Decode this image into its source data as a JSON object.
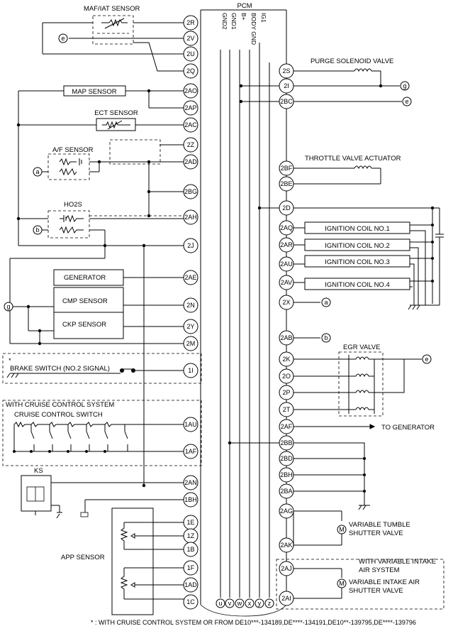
{
  "pcm": {
    "title": "PCM",
    "grounds_and_power": [
      "GND2",
      "GND1",
      "B+",
      "BODY GND",
      "IG1"
    ],
    "left_terminals": [
      "2R",
      "2V",
      "2U",
      "2Q",
      "2AO",
      "2AP",
      "2AC",
      "2Z",
      "2AD",
      "2BG",
      "2AH",
      "2J",
      "2AE",
      "2N",
      "2Y",
      "2M",
      "1I",
      "1AU",
      "1AF",
      "2AN",
      "1BH",
      "1E",
      "1Z",
      "1B",
      "1F",
      "1AD",
      "1C"
    ],
    "right_terminals": [
      "2S",
      "2I",
      "2BC",
      "2BF",
      "2BE",
      "2D",
      "2AQ",
      "2AR",
      "2AU",
      "2AV",
      "2X",
      "2AB",
      "2K",
      "2O",
      "2P",
      "2T",
      "2AF",
      "2BB",
      "2BD",
      "2BH",
      "2BA",
      "2AG",
      "2AK",
      "2AJ",
      "2AI"
    ],
    "bottom_terminals": [
      "u",
      "v",
      "w",
      "x",
      "y",
      "z"
    ]
  },
  "components": {
    "maf_iat": "MAF/IAT SENSOR",
    "map": "MAP SENSOR",
    "ect": "ECT SENSOR",
    "af": "A/F SENSOR",
    "ho2s": "HO2S",
    "generator": "GENERATOR",
    "cmp": "CMP SENSOR",
    "ckp": "CKP SENSOR",
    "brake_note": "*",
    "brake": "BRAKE SWITCH (NO.2 SIGNAL)",
    "cruise_group": "WITH CRUISE CONTROL SYSTEM",
    "cruise_switch": "CRUISE CONTROL SWITCH",
    "ks": "KS",
    "app": "APP SENSOR",
    "purge": "PURGE SOLENOID VALVE",
    "throttle": "THROTTLE VALVE ACTUATOR",
    "coils": [
      "IGNITION COIL NO.1",
      "IGNITION COIL NO.2",
      "IGNITION COIL NO.3",
      "IGNITION COIL NO.4"
    ],
    "egr": "EGR VALVE",
    "to_generator": "TO GENERATOR",
    "tumble_1": "VARIABLE TUMBLE",
    "tumble_2": "SHUTTER VALVE",
    "vis_group_1": "WITH VARIABLE INTAKE",
    "vis_group_2": "AIR SYSTEM",
    "vis_valve_1": "VARIABLE INTAKE AIR",
    "vis_valve_2": "SHUTTER VALVE",
    "motor": "M"
  },
  "connectors": {
    "a": "a",
    "b": "b",
    "e": "e",
    "g": "g"
  },
  "footnote": "* : WITH CRUISE CONTROL SYSTEM OR FROM DE10***-134189,DE****-134191,DE10**-139795,DE****-139796"
}
